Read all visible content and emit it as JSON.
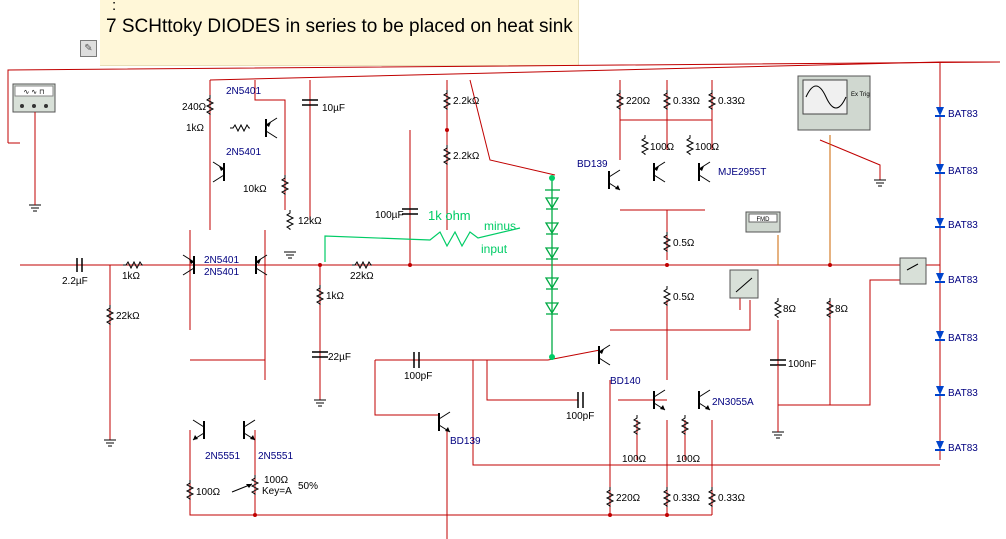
{
  "note": {
    "prefix": ":",
    "title": "7 SCHttoky DIODES in series  to be placed on heat sink"
  },
  "colors": {
    "wire": "#c00000",
    "label": "#000000",
    "part": "#000080",
    "handwriting": "#00cc66",
    "probe": "#cc6600"
  },
  "transistors": {
    "q1": "2N5401",
    "q2": "2N5401",
    "q3": "2N5401",
    "q4": "2N5401",
    "q5": "2N5551",
    "q6": "2N5551",
    "q7": "BD139",
    "q8": "BD139",
    "q9": "BD140",
    "q10": "MJE2955T",
    "q11": "2N3055A"
  },
  "resistors": {
    "r240": "240Ω",
    "r1k_a": "1kΩ",
    "r10k": "10kΩ",
    "r12k": "12kΩ",
    "r2k2_a": "2.2kΩ",
    "r2k2_b": "2.2kΩ",
    "r1k_in": "1kΩ",
    "r22k_in": "22kΩ",
    "r22k_fb": "22kΩ",
    "r1k_fb": "1kΩ",
    "r220_top": "220Ω",
    "r033_a": "0.33Ω",
    "r033_b": "0.33Ω",
    "r100_a": "100Ω",
    "r100_b": "100Ω",
    "r05_a": "0.5Ω",
    "r05_b": "0.5Ω",
    "r8_a": "8Ω",
    "r8_b": "8Ω",
    "r100_c": "100Ω",
    "r100_d": "100Ω",
    "r220_bot": "220Ω",
    "r033_c": "0.33Ω",
    "r033_d": "0.33Ω",
    "r100_e": "100Ω"
  },
  "capacitors": {
    "c10u": "10µF",
    "c100u": "100µF",
    "c2u2": "2.2µF",
    "c22u": "22µF",
    "c100p_a": "100pF",
    "c100p_b": "100pF",
    "c100n": "100nF"
  },
  "potentiometer": {
    "value": "100Ω",
    "key": "Key=A",
    "setting": "50%"
  },
  "diodes": [
    "BAT83",
    "BAT83",
    "BAT83",
    "BAT83",
    "BAT83",
    "BAT83",
    "BAT83"
  ],
  "annotations": {
    "resistor_note": "1k ohm",
    "minus": "minus",
    "input": "input"
  },
  "instruments": {
    "oscilloscope_trigger": "Ex Trig",
    "multimeter_display": "FMD"
  }
}
